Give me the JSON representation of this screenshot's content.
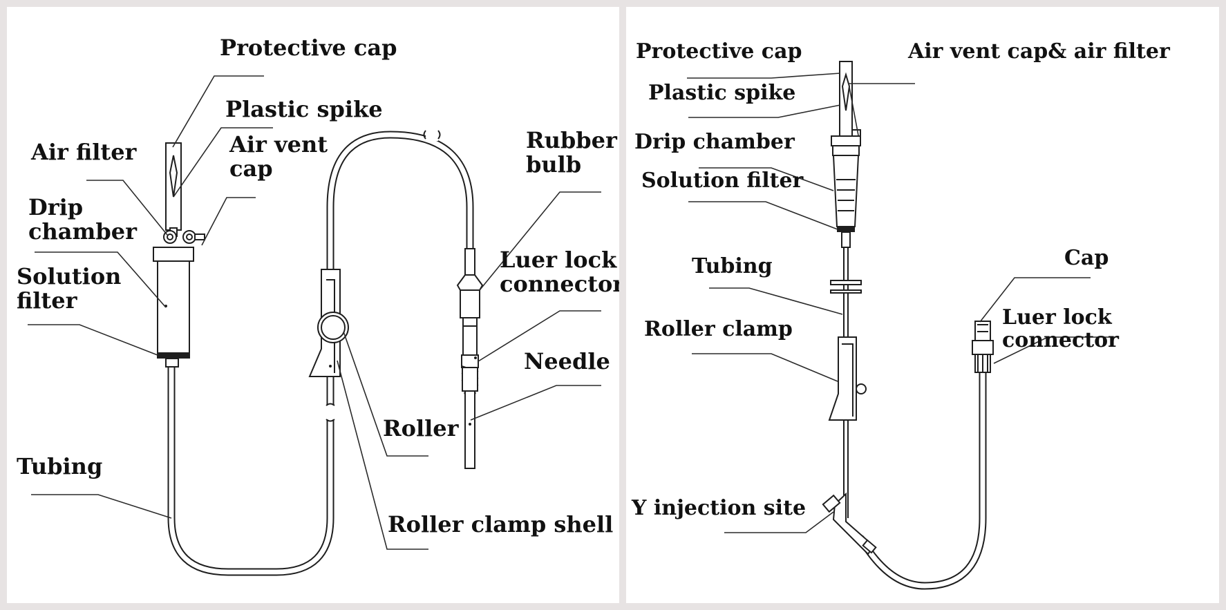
{
  "left_diagram": {
    "labels": {
      "protective_cap": "Protective cap",
      "plastic_spike": "Plastic spike",
      "air_filter": "Air filter",
      "air_vent_cap": "Air vent\ncap",
      "drip_chamber": "Drip\nchamber",
      "solution_filter": "Solution\nfilter",
      "tubing": "Tubing",
      "rubber_bulb": "Rubber\nbulb",
      "luer_lock_connector": "Luer lock\nconnector",
      "needle": "Needle",
      "roller": "Roller",
      "roller_clamp_shell": "Roller clamp shell"
    }
  },
  "right_diagram": {
    "labels": {
      "protective_cap": "Protective cap",
      "plastic_spike": "Plastic spike",
      "air_vent_cap_air_filter": "Air vent cap& air filter",
      "drip_chamber": "Drip chamber",
      "solution_filter": "Solution filter",
      "tubing": "Tubing",
      "roller_clamp": "Roller clamp",
      "cap": "Cap",
      "luer_lock_connector": "Luer lock connector",
      "y_injection_site": "Y injection site"
    }
  },
  "colors": {
    "frame": "#e7e3e3",
    "panel": "#ffffff",
    "ink": "#1e1e1e"
  }
}
